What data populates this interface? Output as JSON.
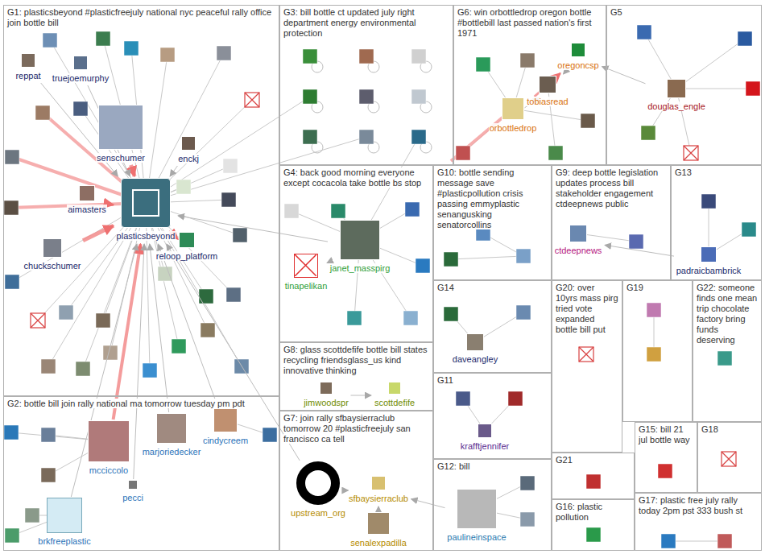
{
  "diagram": {
    "nodes": [
      {
        "text": [
          "G1: plasticsbeyond #plasticfreejuly national nyc peaceful rally office join bottle bill"
        ]
      },
      {
        "text": [
          "reppat"
        ],
        "in": 0
      },
      {
        "text": [
          "truejoemurphy"
        ],
        "in": 0
      },
      {
        "text": [
          "senschumer"
        ],
        "in": 0
      },
      {
        "text": [
          "enckj"
        ],
        "in": 0
      },
      {
        "text": [
          "aimasters"
        ],
        "in": 0
      },
      {
        "text": [
          "plasticsbeyond"
        ],
        "in": 0
      },
      {
        "text": [
          "reloop_platform"
        ],
        "in": 0
      },
      {
        "text": [
          "chuckschumer"
        ],
        "in": 0
      },
      {
        "text": [
          "G2: bottle bill join rally national ma tomorrow tuesday pm pdt"
        ]
      },
      {
        "text": [
          "cindycreem"
        ],
        "in": 9
      },
      {
        "text": [
          "marjoriedecker"
        ],
        "in": 9
      },
      {
        "text": [
          "mcciccolo"
        ],
        "in": 9
      },
      {
        "text": [
          "pecci"
        ],
        "in": 9
      },
      {
        "text": [
          "brkfreeplastic"
        ],
        "in": 9
      },
      {
        "text": [
          "G3: bill bottle ct updated july right department energy environmental protection"
        ]
      },
      {
        "text": [
          "G6: win orbottledrop oregon bottle #bottlebill last passed nation's first 1971"
        ]
      },
      {
        "text": [
          "oregoncsp"
        ],
        "in": 16
      },
      {
        "text": [
          "tobiasread"
        ],
        "in": 16
      },
      {
        "text": [
          "orbottledrop"
        ],
        "in": 16
      },
      {
        "text": [
          "G5"
        ]
      },
      {
        "text": [
          "douglas_engle"
        ],
        "in": 20
      },
      {
        "text": [
          "G4: back good morning everyone except cocacola take bottle bs stop"
        ]
      },
      {
        "text": [
          "tinapelikan"
        ],
        "in": 22
      },
      {
        "text": [
          "janet_masspirg"
        ],
        "in": 22
      },
      {
        "text": [
          "G10: bottle sending message save #plasticpollution crisis passing emmyplastic senangusking senatorcollins"
        ]
      },
      {
        "text": [
          "G9: deep bottle legislation updates process bill stakeholder engagement ctdeepnews public"
        ]
      },
      {
        "text": [
          "ctdeepnews"
        ],
        "in": 26
      },
      {
        "text": [
          "G13"
        ]
      },
      {
        "text": [
          "padraicbambrick"
        ],
        "in": 28
      },
      {
        "text": [
          "G8: glass scottdefife bottle bill states recycling friendsglass_us kind innovative thinking"
        ]
      },
      {
        "text": [
          "jimwoodspr"
        ],
        "in": 30
      },
      {
        "text": [
          "scottdefife"
        ],
        "in": 30
      },
      {
        "text": [
          "G14"
        ]
      },
      {
        "text": [
          "daveangley"
        ],
        "in": 33
      },
      {
        "text": [
          "G20: over 10yrs mass pirg tried vote expanded bottle bill put"
        ]
      },
      {
        "text": [
          "G19"
        ]
      },
      {
        "text": [
          "G22: someone finds one mean trip chocolate factory bring funds deserving"
        ]
      },
      {
        "text": [
          "G11"
        ]
      },
      {
        "text": [
          "krafftjennifer"
        ],
        "in": 38
      },
      {
        "text": [
          "G7: join rally sfbaysierraclub tomorrow 20 #plasticfreejuly san francisco ca tell"
        ]
      },
      {
        "text": [
          "upstream_org"
        ],
        "in": 40
      },
      {
        "text": [
          "sfbaysierraclub"
        ],
        "in": 40
      },
      {
        "text": [
          "senalexpadilla"
        ],
        "in": 40
      },
      {
        "text": [
          "G12: bill"
        ]
      },
      {
        "text": [
          "paulineinspace"
        ],
        "in": 44
      },
      {
        "text": [
          "G21"
        ]
      },
      {
        "text": [
          "G16: plastic pollution"
        ]
      },
      {
        "text": [
          "G15: bill 21 jul bottle way"
        ]
      },
      {
        "text": [
          "G18"
        ]
      },
      {
        "text": [
          "G17: plastic free july rally today 2pm pst 333 bush st"
        ]
      }
    ],
    "edges": [
      {
        "from": 3,
        "to": 6,
        "arrow": "to"
      },
      {
        "from": 8,
        "to": 6,
        "arrow": "to"
      },
      {
        "from": 5,
        "to": 6,
        "arrow": "to"
      },
      {
        "from": 2,
        "to": 6,
        "arrow": "to"
      },
      {
        "from": 4,
        "to": 6,
        "arrow": "to"
      },
      {
        "from": 7,
        "to": 6,
        "arrow": "to"
      },
      {
        "from": 12,
        "to": 6,
        "arrow": "to"
      },
      {
        "from": 14,
        "to": 6,
        "arrow": "to"
      },
      {
        "from": 11,
        "to": 6,
        "arrow": "to"
      },
      {
        "from": 24,
        "to": 6,
        "arrow": "to"
      },
      {
        "from": 23,
        "to": 24,
        "arrow": "to"
      },
      {
        "from": 19,
        "to": 17,
        "arrow": "to"
      },
      {
        "from": 18,
        "to": 19,
        "arrow": "to"
      },
      {
        "from": 17,
        "to": 18,
        "arrow": "to"
      },
      {
        "from": 21,
        "to": 17,
        "arrow": "to"
      },
      {
        "from": 29,
        "to": 27,
        "arrow": "to"
      },
      {
        "from": 31,
        "to": 32,
        "arrow": "to"
      },
      {
        "from": 42,
        "to": 41,
        "arrow": "to"
      },
      {
        "from": 43,
        "to": 42,
        "arrow": "to"
      },
      {
        "from": 41,
        "to": 6,
        "arrow": "to"
      },
      {
        "from": 45,
        "to": 42,
        "arrow": "to"
      },
      {
        "from": 10,
        "to": 6,
        "arrow": "to"
      },
      {
        "from": 1,
        "to": 6,
        "arrow": "to"
      },
      {
        "from": 13,
        "to": 6,
        "arrow": "to"
      }
    ]
  }
}
